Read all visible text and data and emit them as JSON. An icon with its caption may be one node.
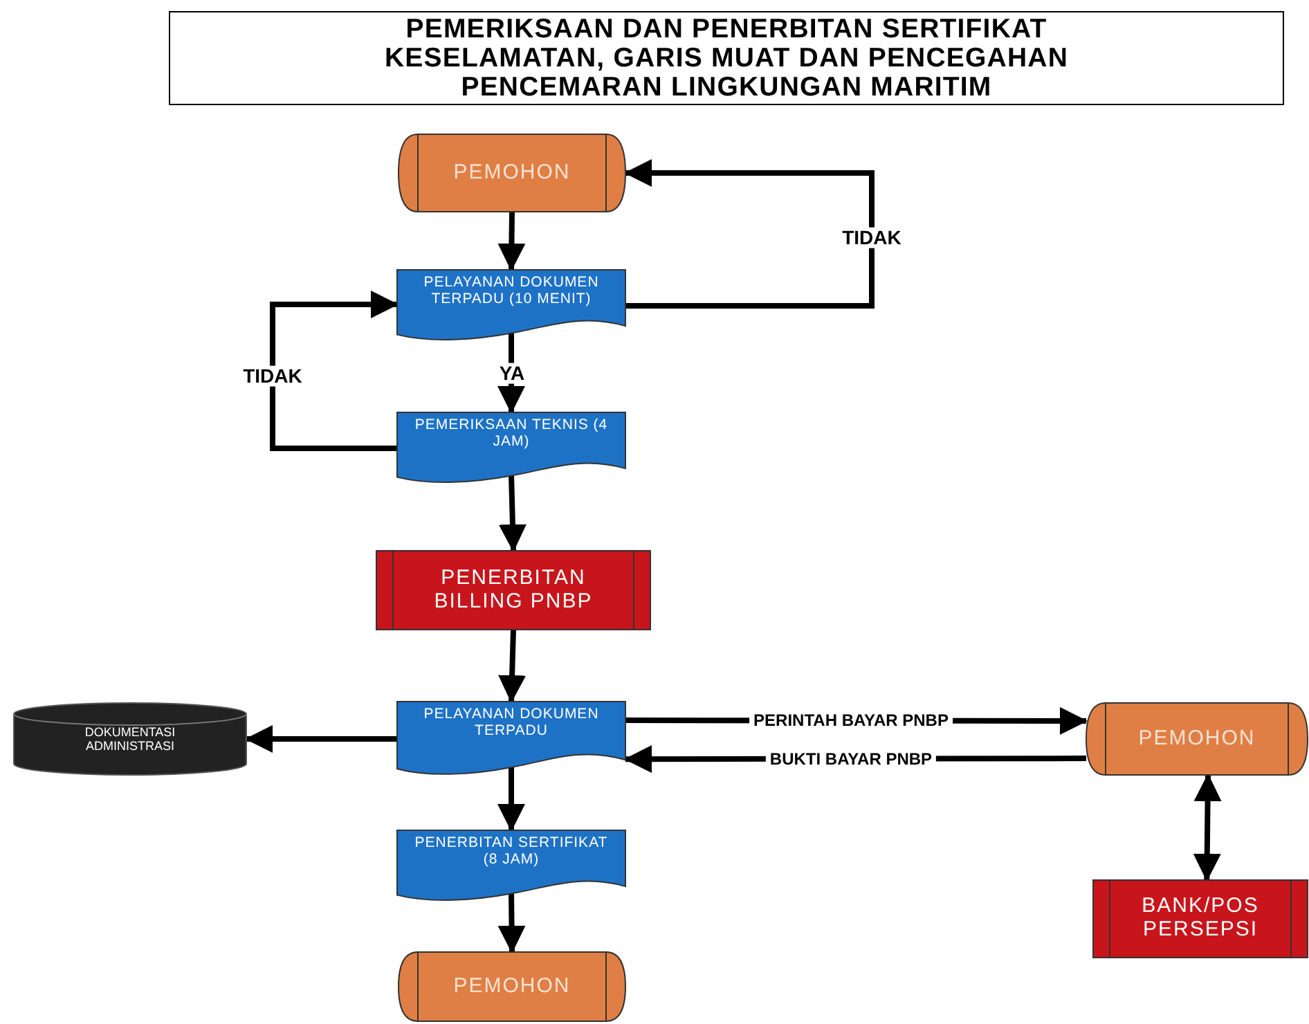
{
  "diagram": {
    "title": "PEMERIKSAAN DAN PENERBITAN SERTIFIKAT KESELAMATAN, GARIS MUAT DAN PENCEGAHAN PENCEMARAN LINGKUNGAN MARITIM",
    "nodes": [
      {
        "text": [
          "PEMOHON"
        ]
      },
      {
        "text": [
          "PELAYANAN DOKUMEN TERPADU (10 MENIT)"
        ]
      },
      {
        "text": [
          "PEMERIKSAAN TEKNIS (4 JAM)"
        ]
      },
      {
        "text": [
          "PENERBITAN BILLING PNBP"
        ]
      },
      {
        "text": [
          "PELAYANAN DOKUMEN TERPADU"
        ]
      },
      {
        "text": [
          "DOKUMENTASI ADMINISTRASI"
        ]
      },
      {
        "text": [
          "PEMOHON"
        ]
      },
      {
        "text": [
          "PENERBITAN SERTIFIKAT (8 JAM)"
        ]
      },
      {
        "text": [
          "BANK/POS PERSEPSI"
        ]
      },
      {
        "text": [
          "PEMOHON"
        ]
      }
    ],
    "edges": [
      {
        "from": 0,
        "to": 1,
        "arrow": "to"
      },
      {
        "from": 1,
        "to": 0,
        "arrow": "to",
        "label": "TIDAK"
      },
      {
        "from": 1,
        "to": 2,
        "arrow": "to",
        "label": "YA"
      },
      {
        "from": 2,
        "to": 1,
        "arrow": "to",
        "label": "TIDAK"
      },
      {
        "from": 2,
        "to": 3,
        "arrow": "to"
      },
      {
        "from": 3,
        "to": 4,
        "arrow": "to"
      },
      {
        "from": 4,
        "to": 5,
        "arrow": "to"
      },
      {
        "from": 4,
        "to": 6,
        "arrow": "to",
        "label": "PERINTAH BAYAR PNBP"
      },
      {
        "from": 6,
        "to": 4,
        "arrow": "to",
        "label": "BUKTI BAYAR PNBP"
      },
      {
        "from": 6,
        "to": 8,
        "arrow": "both"
      },
      {
        "from": 4,
        "to": 7,
        "arrow": "to"
      },
      {
        "from": 7,
        "to": 9,
        "arrow": "to"
      }
    ]
  }
}
